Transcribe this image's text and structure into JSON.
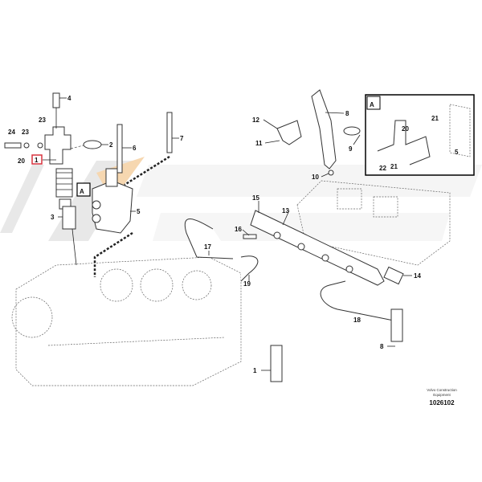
{
  "diagram": {
    "callouts": [
      "4",
      "24",
      "23",
      "23",
      "20",
      "1",
      "2",
      "6",
      "7",
      "A",
      "5",
      "3",
      "12",
      "8",
      "11",
      "9",
      "10",
      "15",
      "13",
      "16",
      "17",
      "19",
      "14",
      "18",
      "8",
      "1"
    ],
    "highlighted_callout": "1",
    "highlight_color": "#d9333f",
    "inset": {
      "title": "A",
      "callouts": [
        "20",
        "21",
        "21",
        "22",
        "5"
      ]
    },
    "watermark_colors": [
      "#e6e6e6",
      "#f6d3a8"
    ]
  },
  "footer": {
    "company_line1": "Volvo Construction",
    "company_line2": "Equipment",
    "drawing_number": "1026102"
  }
}
